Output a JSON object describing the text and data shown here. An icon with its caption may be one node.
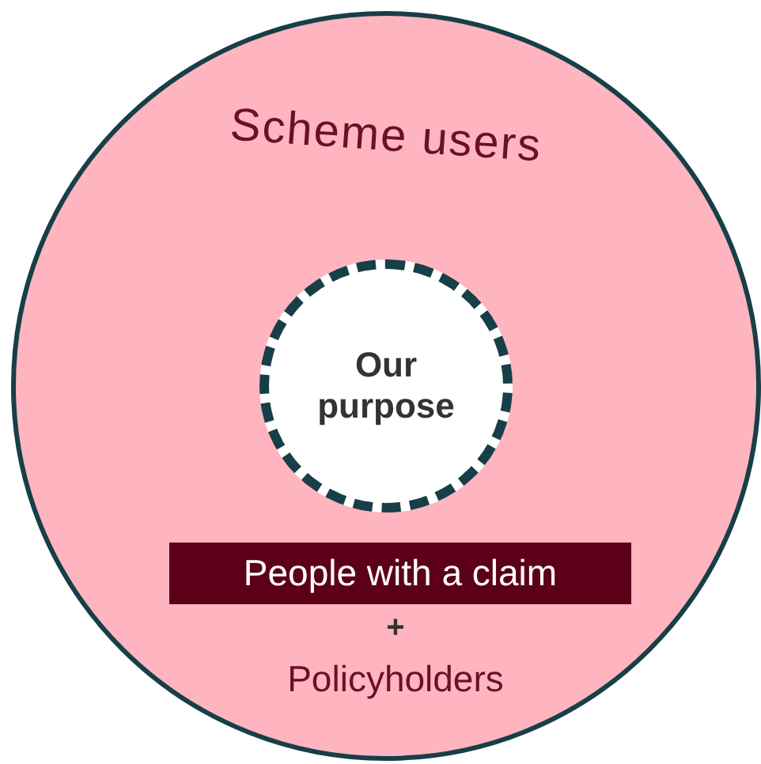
{
  "diagram": {
    "nodes": [
      {
        "text": [
          "Scheme users"
        ]
      },
      {
        "text": [
          "Our purpose"
        ],
        "in": 0
      },
      {
        "text": [
          "People with a claim"
        ],
        "in": 0
      }
    ],
    "labels": [
      "+",
      "Policyholders"
    ]
  }
}
